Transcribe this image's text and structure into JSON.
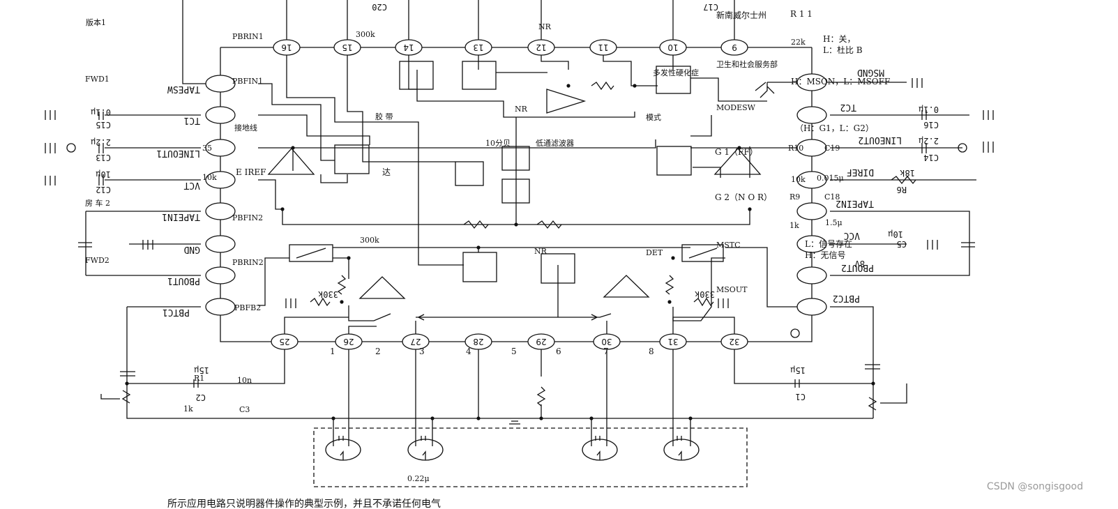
{
  "colors": {
    "ink": "#111111",
    "bg": "#ffffff",
    "watermark": "#9a9a9a"
  },
  "labels": {
    "version": "版本1",
    "nsw": "新南威尔士州",
    "r11": "R 1 1",
    "nr_top": "NR",
    "pbrin1": "PBRIN1",
    "r300k_top": "300k",
    "c20": "C20",
    "c17": "C17",
    "r22k": "22k",
    "h_off": "H：关，",
    "l_dolby": "L：杜比 B",
    "fwd1": "FWD1",
    "pbfin1": "PBFIN1",
    "multi": "多发性硬化症",
    "health": "卫生和社会服务部",
    "h_mson": "H：MSON，L：MSOFF",
    "ground_label": "接地线",
    "tape": "胶 带",
    "nr_mid": "NR",
    "mode": "模式",
    "modesw": "MODESW",
    "g1g2": "（H：G1，L：G2）",
    "db10": "10分贝",
    "lpf": "低通滤波器",
    "g1ff": "G 1（FF）",
    "r10": "R10",
    "c19": "C19",
    "r35": "35",
    "eiref": "E IREF",
    "da": "达",
    "r10k_l": "10k",
    "r10k_r": "10k",
    "cap_0015": "0.015μ",
    "g2nor": "G 2（N O R）",
    "r9": "R9",
    "c18": "C18",
    "car2": "房 车 2",
    "pbfin2": "PBFIN2",
    "r1k_r": "1k",
    "cap_15": "1.5μ",
    "r300k_mid": "300k",
    "nr_low": "NR",
    "det": "DET",
    "mstc": "MSTC",
    "l_signal": "L：信号存在",
    "h_nosignal": "H：无信号",
    "fwd2": "FWD2",
    "pbrin2": "PBRIN2",
    "msout": "MSOUT",
    "pbfb2": "PBFB2",
    "n1": "1",
    "n2": "2",
    "n3": "3",
    "n4": "4",
    "n5": "5",
    "n6": "6",
    "n7": "7",
    "n8": "8",
    "r1": "R1",
    "r10n": "10n",
    "r1k_l": "1k",
    "c3": "C3",
    "cap_022": "0.22μ",
    "caption": "所示应用电路只说明器件操作的典型示例，并且不承诺任何电气",
    "watermark": "CSDN @songisgood"
  },
  "pins": {
    "p16": "16",
    "p15": "15",
    "p14": "14",
    "p13": "13",
    "p12": "12",
    "p11": "11",
    "p10": "10",
    "p9": "9",
    "p25": "25",
    "p26": "26",
    "p27": "27",
    "p28": "28",
    "p29": "29",
    "p30": "30",
    "p31": "31",
    "p32": "32"
  },
  "left_pins": {
    "tapesw": "TAPESW",
    "tc1": "TC1",
    "lineout1": "LINEOUT1",
    "vct": "VCT",
    "tapein1": "TAPEIN1",
    "gnd": "GND",
    "pbout1": "PBOUT1",
    "pbtc1": "PBTC1"
  },
  "right_pins": {
    "msgnd": "MSGND",
    "tc2": "TC2",
    "lineout2": "LINEOUT2",
    "diref": "DIREF",
    "tapein2": "TAPEIN2",
    "vcc": "VCC",
    "pbout2": "PBOUT2",
    "pbtc2": "PBTC2"
  },
  "components": {
    "c15": "C15",
    "c15v": "0.1μ",
    "c13": "C13",
    "c13v": "2.2μ",
    "c12": "C12",
    "c12v": "10μ",
    "c16": "C16",
    "c16v": "0.1μ",
    "c14": "C14",
    "c14v": "2.2μ",
    "r6": "R6",
    "r6v": "18k",
    "c5": "C5",
    "c5v": "10μ",
    "v8": "8V",
    "r330k_l": "330k",
    "r330k_r": "330k",
    "c2": "C2",
    "c2v": "15μ",
    "c1": "C1",
    "c1v": "15μ"
  }
}
